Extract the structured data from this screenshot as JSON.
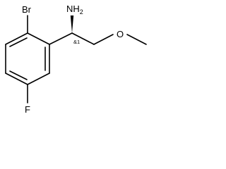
{
  "molecule": {
    "atoms": {
      "bromine": "Br",
      "amine_n": "NH",
      "amine_h_count": "2",
      "oxygen": "O",
      "fluorine": "F"
    },
    "stereo_label": "&1",
    "colors": {
      "ink": "#000000",
      "background": "#ffffff"
    }
  }
}
